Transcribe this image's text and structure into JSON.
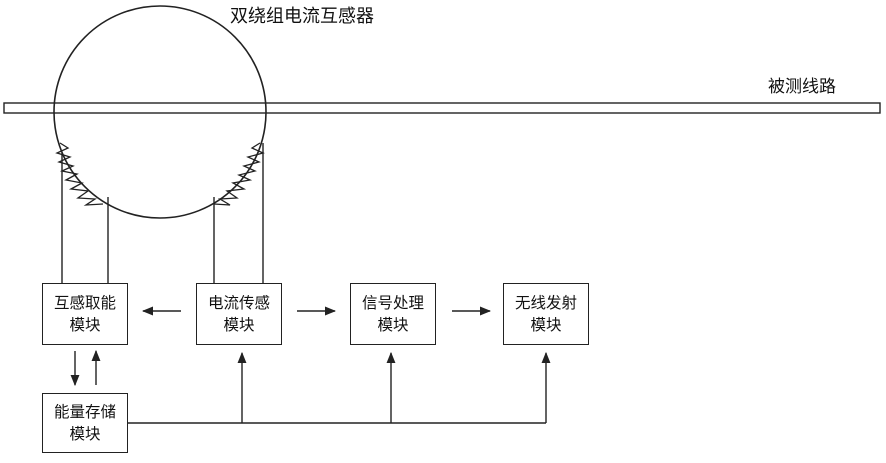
{
  "labels": {
    "transformer": "双绕组电流互感器",
    "line": "被测线路"
  },
  "modules": {
    "energy_harvest": {
      "line1": "互感取能",
      "line2": "模块"
    },
    "current_sense": {
      "line1": "电流传感",
      "line2": "模块"
    },
    "signal_proc": {
      "line1": "信号处理",
      "line2": "模块"
    },
    "wireless_tx": {
      "line1": "无线发射",
      "line2": "模块"
    },
    "energy_store": {
      "line1": "能量存储",
      "line2": "模块"
    }
  }
}
